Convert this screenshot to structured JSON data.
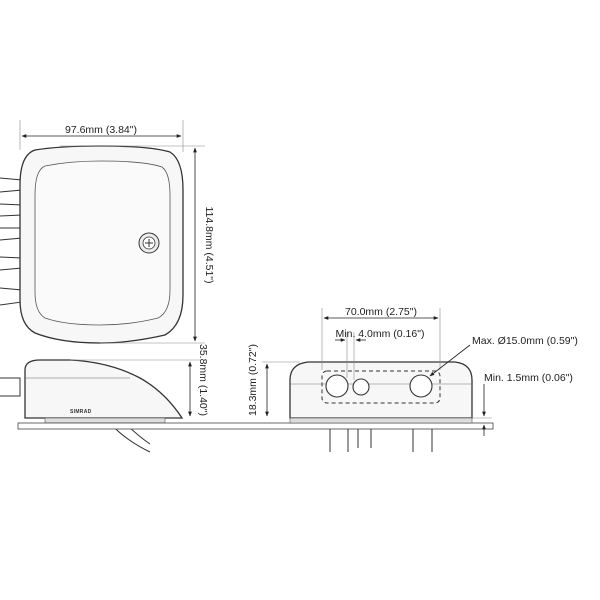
{
  "dimensions": {
    "width": "97.6mm (3.84\")",
    "height_top": "114.8mm (4.51\")",
    "height_side": "35.8mm (1.40\")",
    "width_front": "70.0mm (2.75\")",
    "min_spacing": "Min. 4.0mm (0.16\")",
    "max_diameter": "Max. Ø15.0mm (0.59\")",
    "min_clearance": "Min. 1.5mm (0.06\")",
    "front_height": "18.3mm (0.72\")"
  },
  "brand_label": "SIMRAD",
  "colors": {
    "outline": "#333333",
    "body_fill": "#f7f7f7",
    "mount_fill": "#dddddd"
  }
}
